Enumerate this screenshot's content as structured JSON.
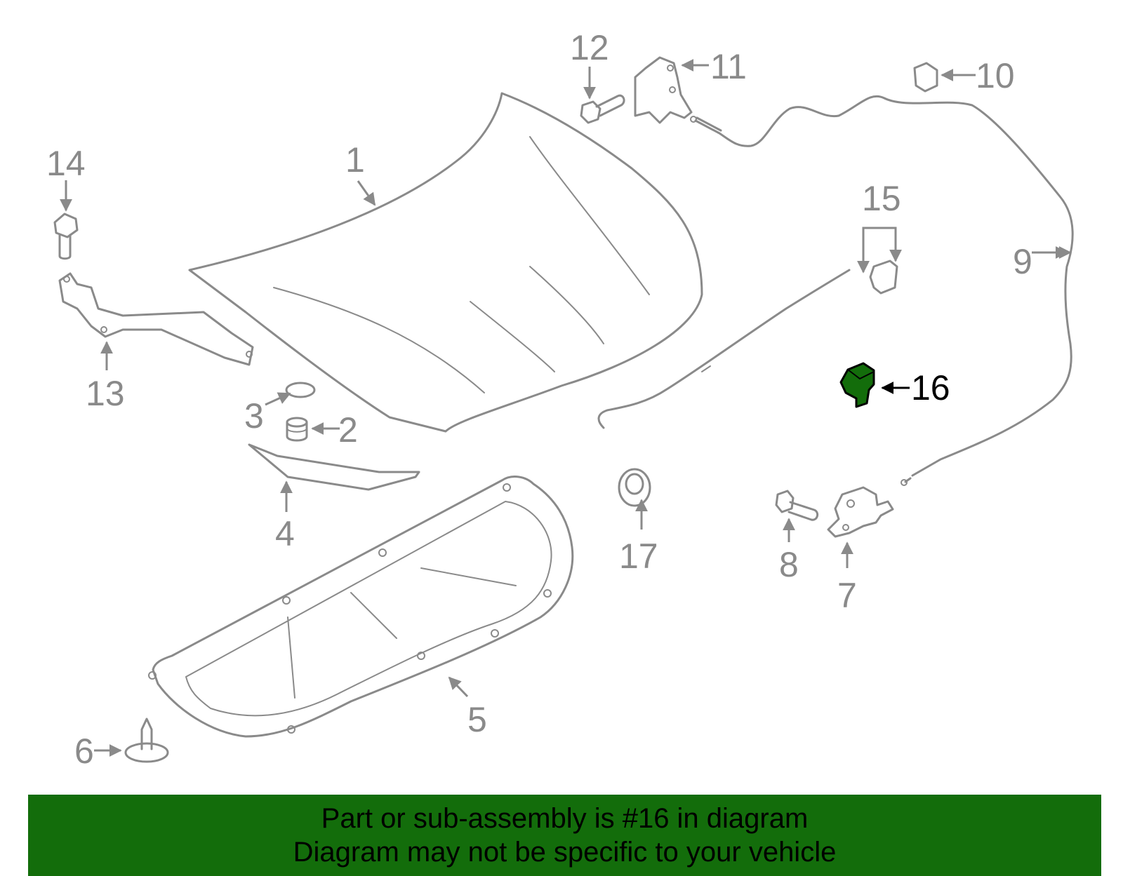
{
  "callouts": {
    "c1": "1",
    "c2": "2",
    "c3": "3",
    "c4": "4",
    "c5": "5",
    "c6": "6",
    "c7": "7",
    "c8": "8",
    "c9": "9",
    "c10": "10",
    "c11": "11",
    "c12": "12",
    "c13": "13",
    "c14": "14",
    "c15": "15",
    "c16": "16",
    "c17": "17"
  },
  "highlight": {
    "callout": "16",
    "color": "#136d0b"
  },
  "banner": {
    "line1": "Part or sub-assembly is #16 in diagram",
    "line2": "Diagram may not be specific to your vehicle",
    "background": "#136d0b"
  }
}
